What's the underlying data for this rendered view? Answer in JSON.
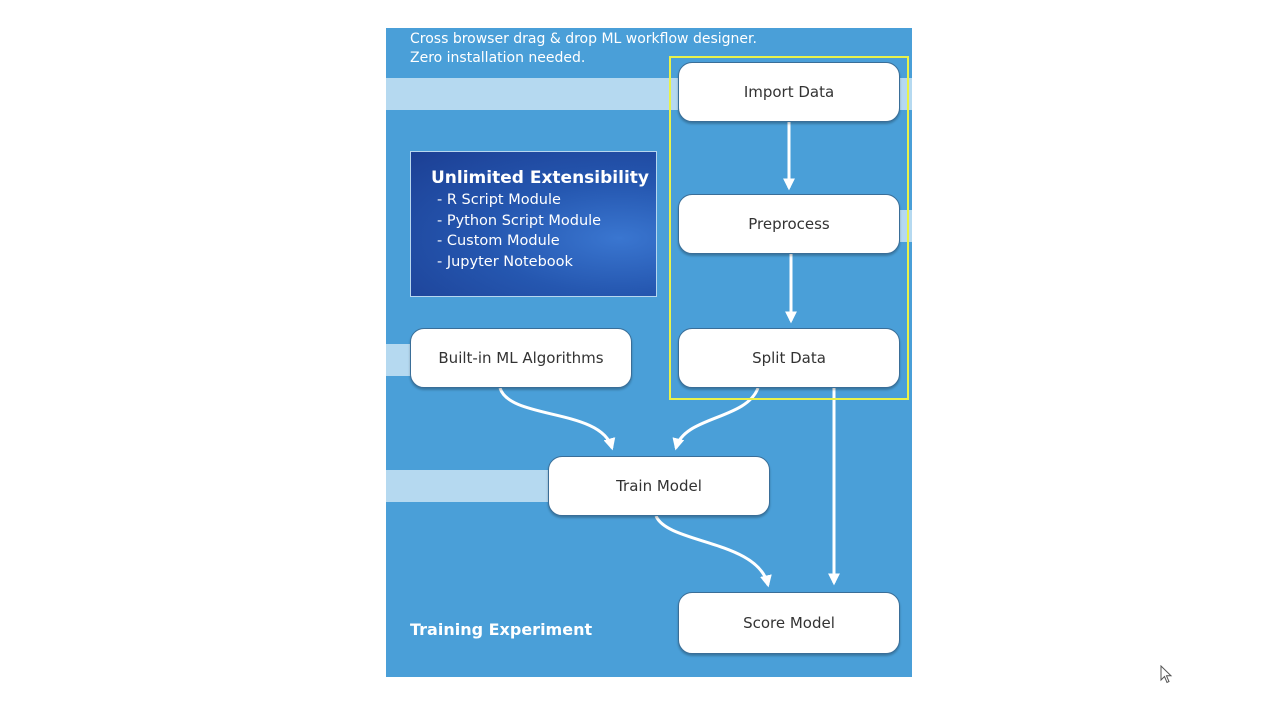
{
  "intro": {
    "line1": "Cross browser drag & drop ML workflow designer.",
    "line2": "Zero installation needed."
  },
  "extensibility": {
    "title": "Unlimited Extensibility",
    "items": [
      "- R Script  Module",
      "- Python Script  Module",
      "- Custom Module",
      "- Jupyter Notebook"
    ]
  },
  "nodes": {
    "import_data": "Import Data",
    "preprocess": "Preprocess",
    "split_data": "Split Data",
    "builtin_ml": "Built-in ML Algorithms",
    "train_model": "Train Model",
    "score_model": "Score Model"
  },
  "footer_label": "Training Experiment",
  "colors": {
    "panel": "#4a9fd8",
    "band": "#b5d9f0",
    "highlight": "#e9f24a",
    "node_border": "#3a6e98"
  }
}
